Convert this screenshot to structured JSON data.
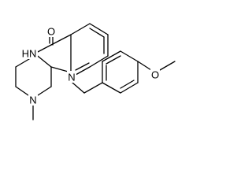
{
  "molecule": {
    "atoms": [
      {
        "id": "O1",
        "label": "O"
      },
      {
        "id": "N3",
        "label": "HN"
      },
      {
        "id": "N1",
        "label": "N"
      },
      {
        "id": "NMe",
        "label": "N"
      },
      {
        "id": "OMe",
        "label": "O"
      }
    ],
    "colors": {
      "bond": "#000000",
      "text": "#000000",
      "background": "#ffffff"
    }
  }
}
